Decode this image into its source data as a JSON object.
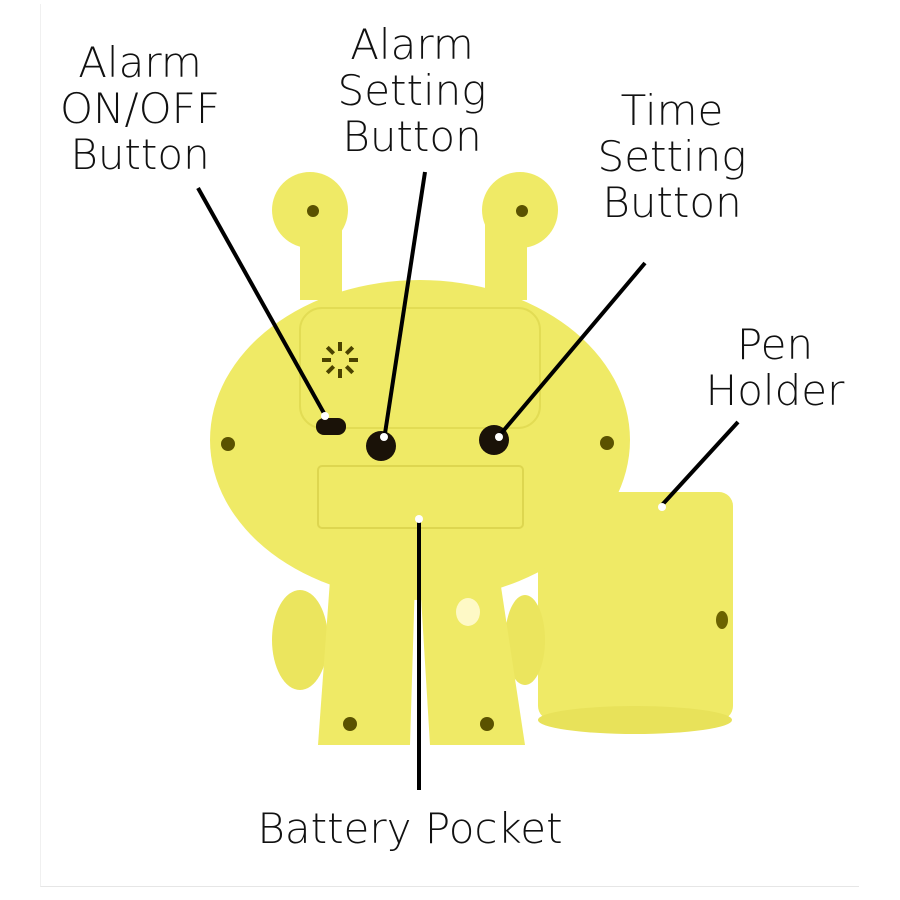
{
  "diagram": {
    "subject": "Yellow alien alarm clock with pen holder (back view)",
    "colors": {
      "body": "#efea66",
      "shade": "#d9d24a",
      "hole": "#5a5200",
      "button": "#1a1208",
      "line": "#000000",
      "dot": "#ffffff"
    },
    "labels": {
      "alarm_onoff": [
        "Alarm",
        "ON/OFF",
        "Button"
      ],
      "alarm_setting": [
        "Alarm",
        "Setting",
        "Button"
      ],
      "time_setting": [
        "Time",
        "Setting",
        "Button"
      ],
      "pen_holder": [
        "Pen",
        "Holder"
      ],
      "battery_pocket": [
        "Battery Pocket"
      ]
    }
  }
}
